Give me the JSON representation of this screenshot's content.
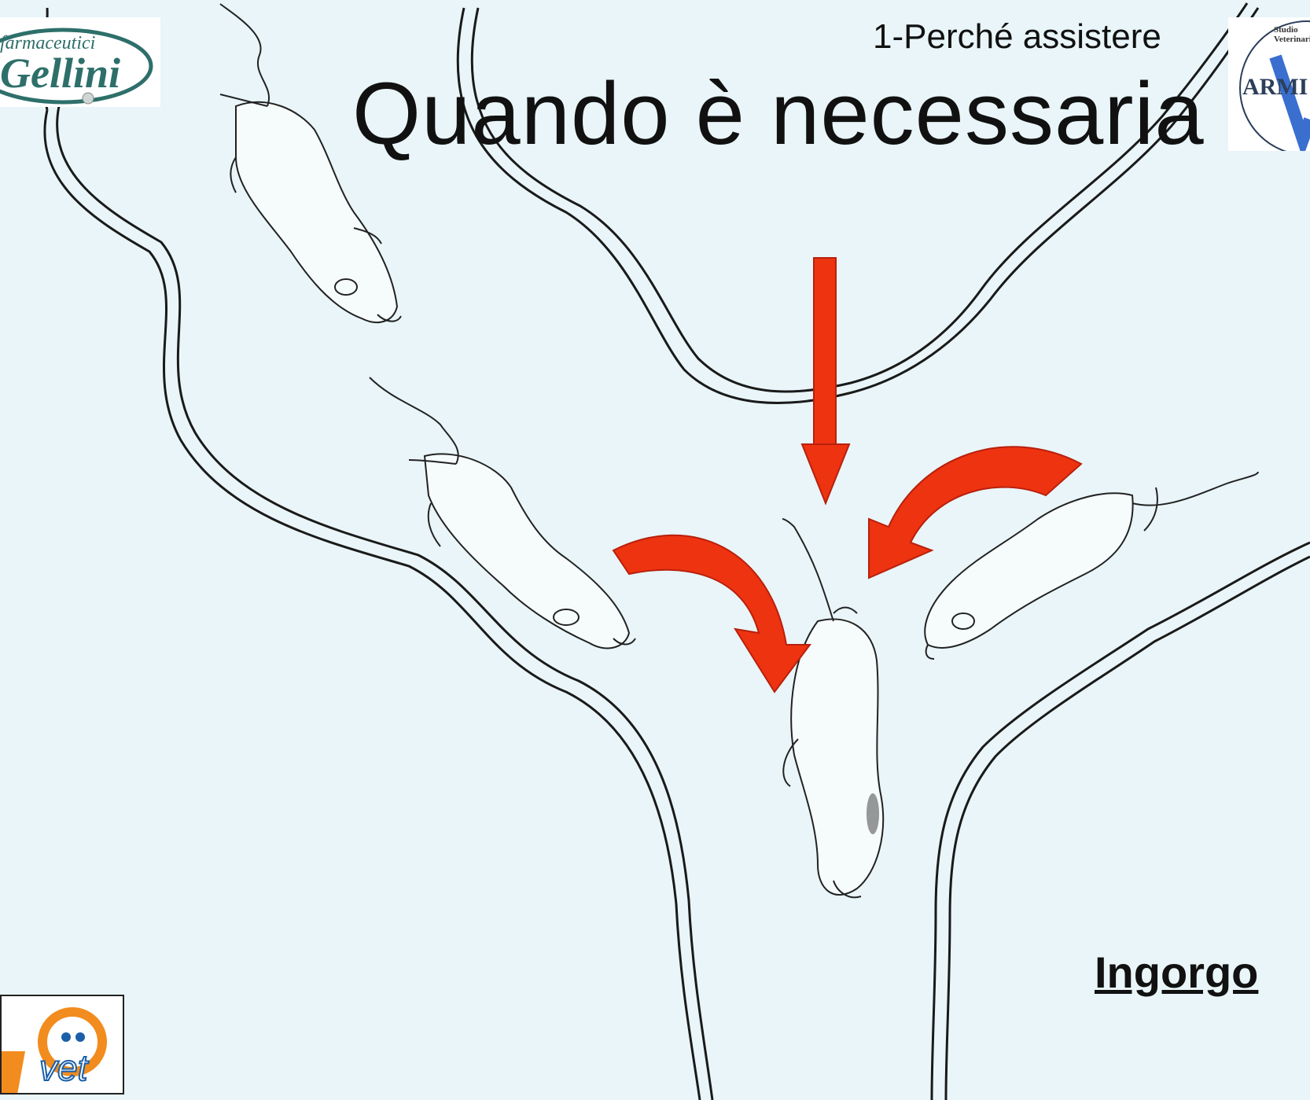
{
  "slide": {
    "subtitle": "1-Perché assistere",
    "title": "Quando è necessaria",
    "caption": "Ingorgo"
  },
  "logos": {
    "top_left": {
      "line1": "farmaceutici",
      "line2": "Gellini"
    },
    "top_right": {
      "line1": "Studio",
      "line2": "Veterinario",
      "name": "ARMI"
    },
    "bottom_left": {
      "name": "vet"
    }
  },
  "colors": {
    "background": "#e9f5f8",
    "arrow_fill": "#ee3311",
    "arrow_dark": "#b8200c",
    "ink": "#111111"
  }
}
